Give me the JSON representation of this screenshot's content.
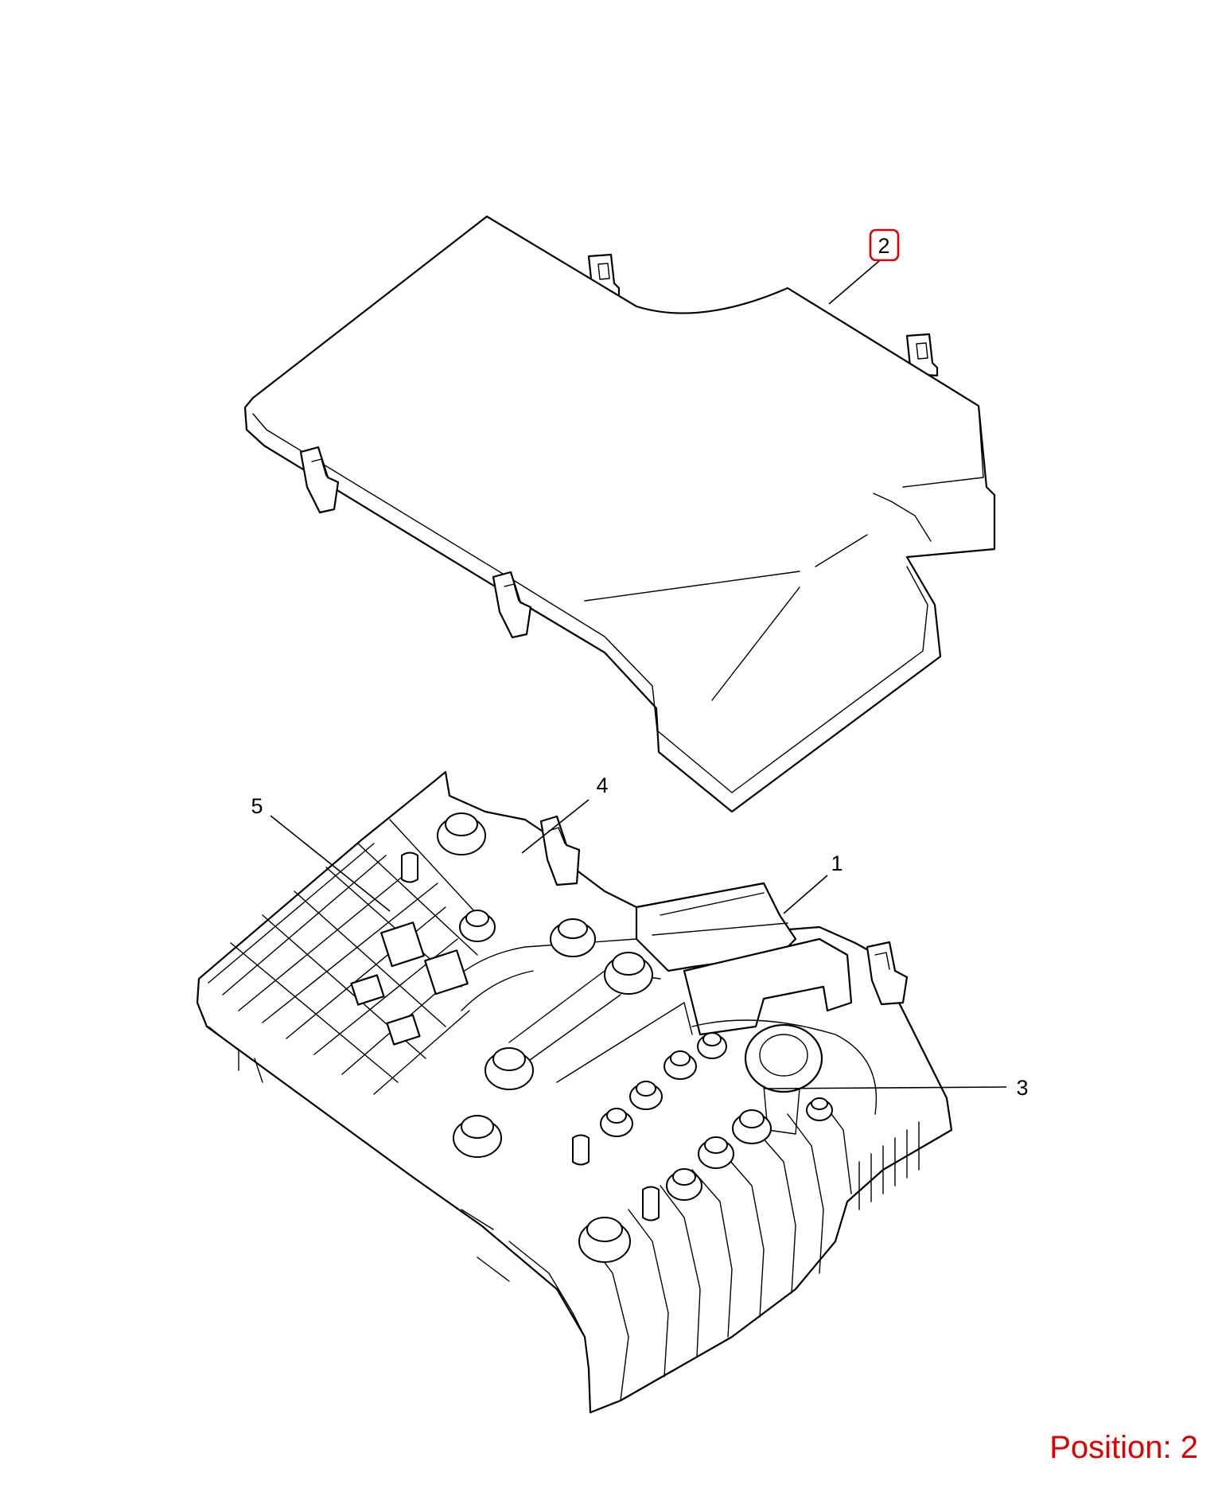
{
  "colors": {
    "line": "#000000",
    "highlight": "#e00000",
    "background": "#ffffff"
  },
  "callouts": {
    "part1": "1",
    "part2": "2",
    "part3": "3",
    "part4": "4",
    "part5": "5"
  },
  "highlighted_callout": "2",
  "position_label": "Position: 2"
}
